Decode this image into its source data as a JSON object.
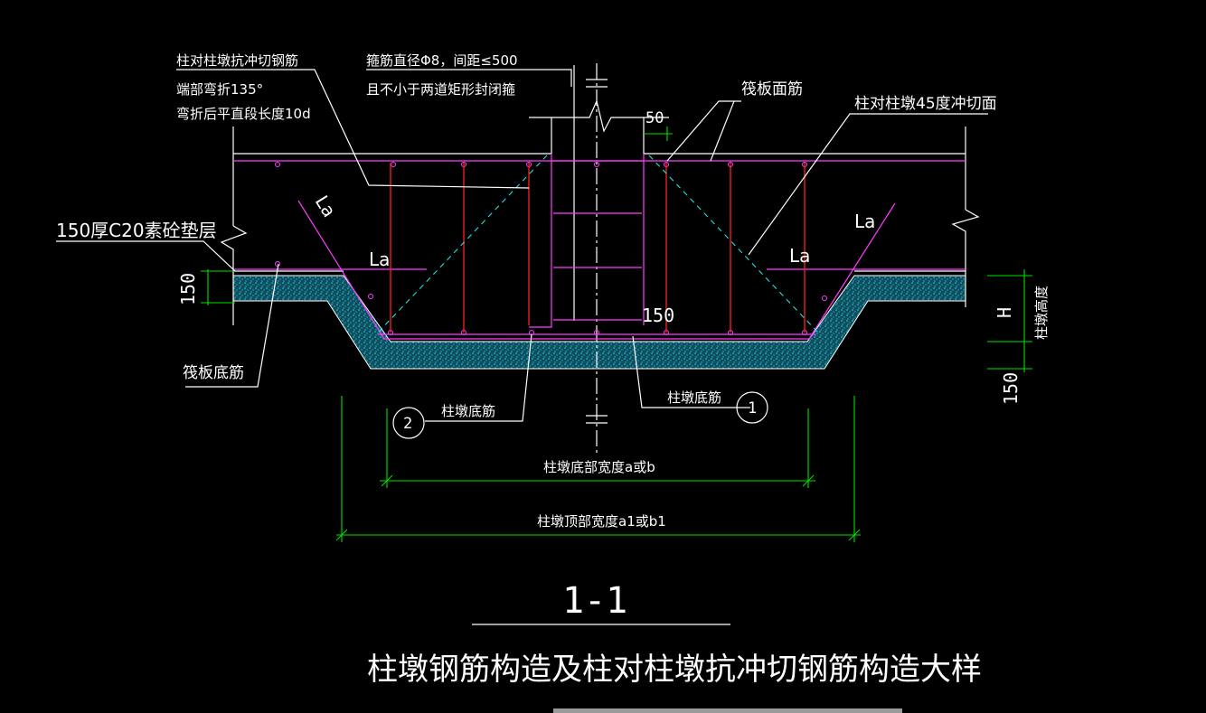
{
  "annotations": {
    "punch_rebar": [
      "柱对柱墩抗冲切钢筋",
      "端部弯折135°",
      "弯折后平直段长度10d"
    ],
    "stirrup_note": [
      "箍筋直径Φ8，间距≤500",
      "且不小于两道矩形封闭箍"
    ],
    "raft_top_bar": "筏板面筋",
    "punch_plane": "柱对柱墩45度冲切面",
    "cushion": "150厚C20素砼垫层",
    "dim_150_left": "150",
    "raft_bottom_bar": "筏板底筋",
    "dim_50": "50",
    "dim_150_center": "150",
    "la_labels": [
      "La",
      "La",
      "La",
      "La"
    ],
    "pier_bottom_bar_2": "柱墩底筋",
    "pier_bottom_bar_1": "柱墩底筋",
    "circle_2": "2",
    "circle_1": "1",
    "dim_H": "H",
    "pier_height": "柱墩高度",
    "dim_150_right": "150",
    "bottom_width": "柱墩底部宽度a或b",
    "top_width": "柱墩顶部宽度a1或b1"
  },
  "section_mark": "1-1",
  "title": "柱墩钢筋构造及柱对柱墩抗冲切钢筋构造大样",
  "colors": {
    "background": "#000000",
    "line": "#ffffff",
    "rebar": "#ff3cff",
    "vertical_rebar": "#ff2020",
    "dimension": "#00e000",
    "punch_line": "#20e0e0",
    "concrete_fill": "#1f8fa8"
  }
}
